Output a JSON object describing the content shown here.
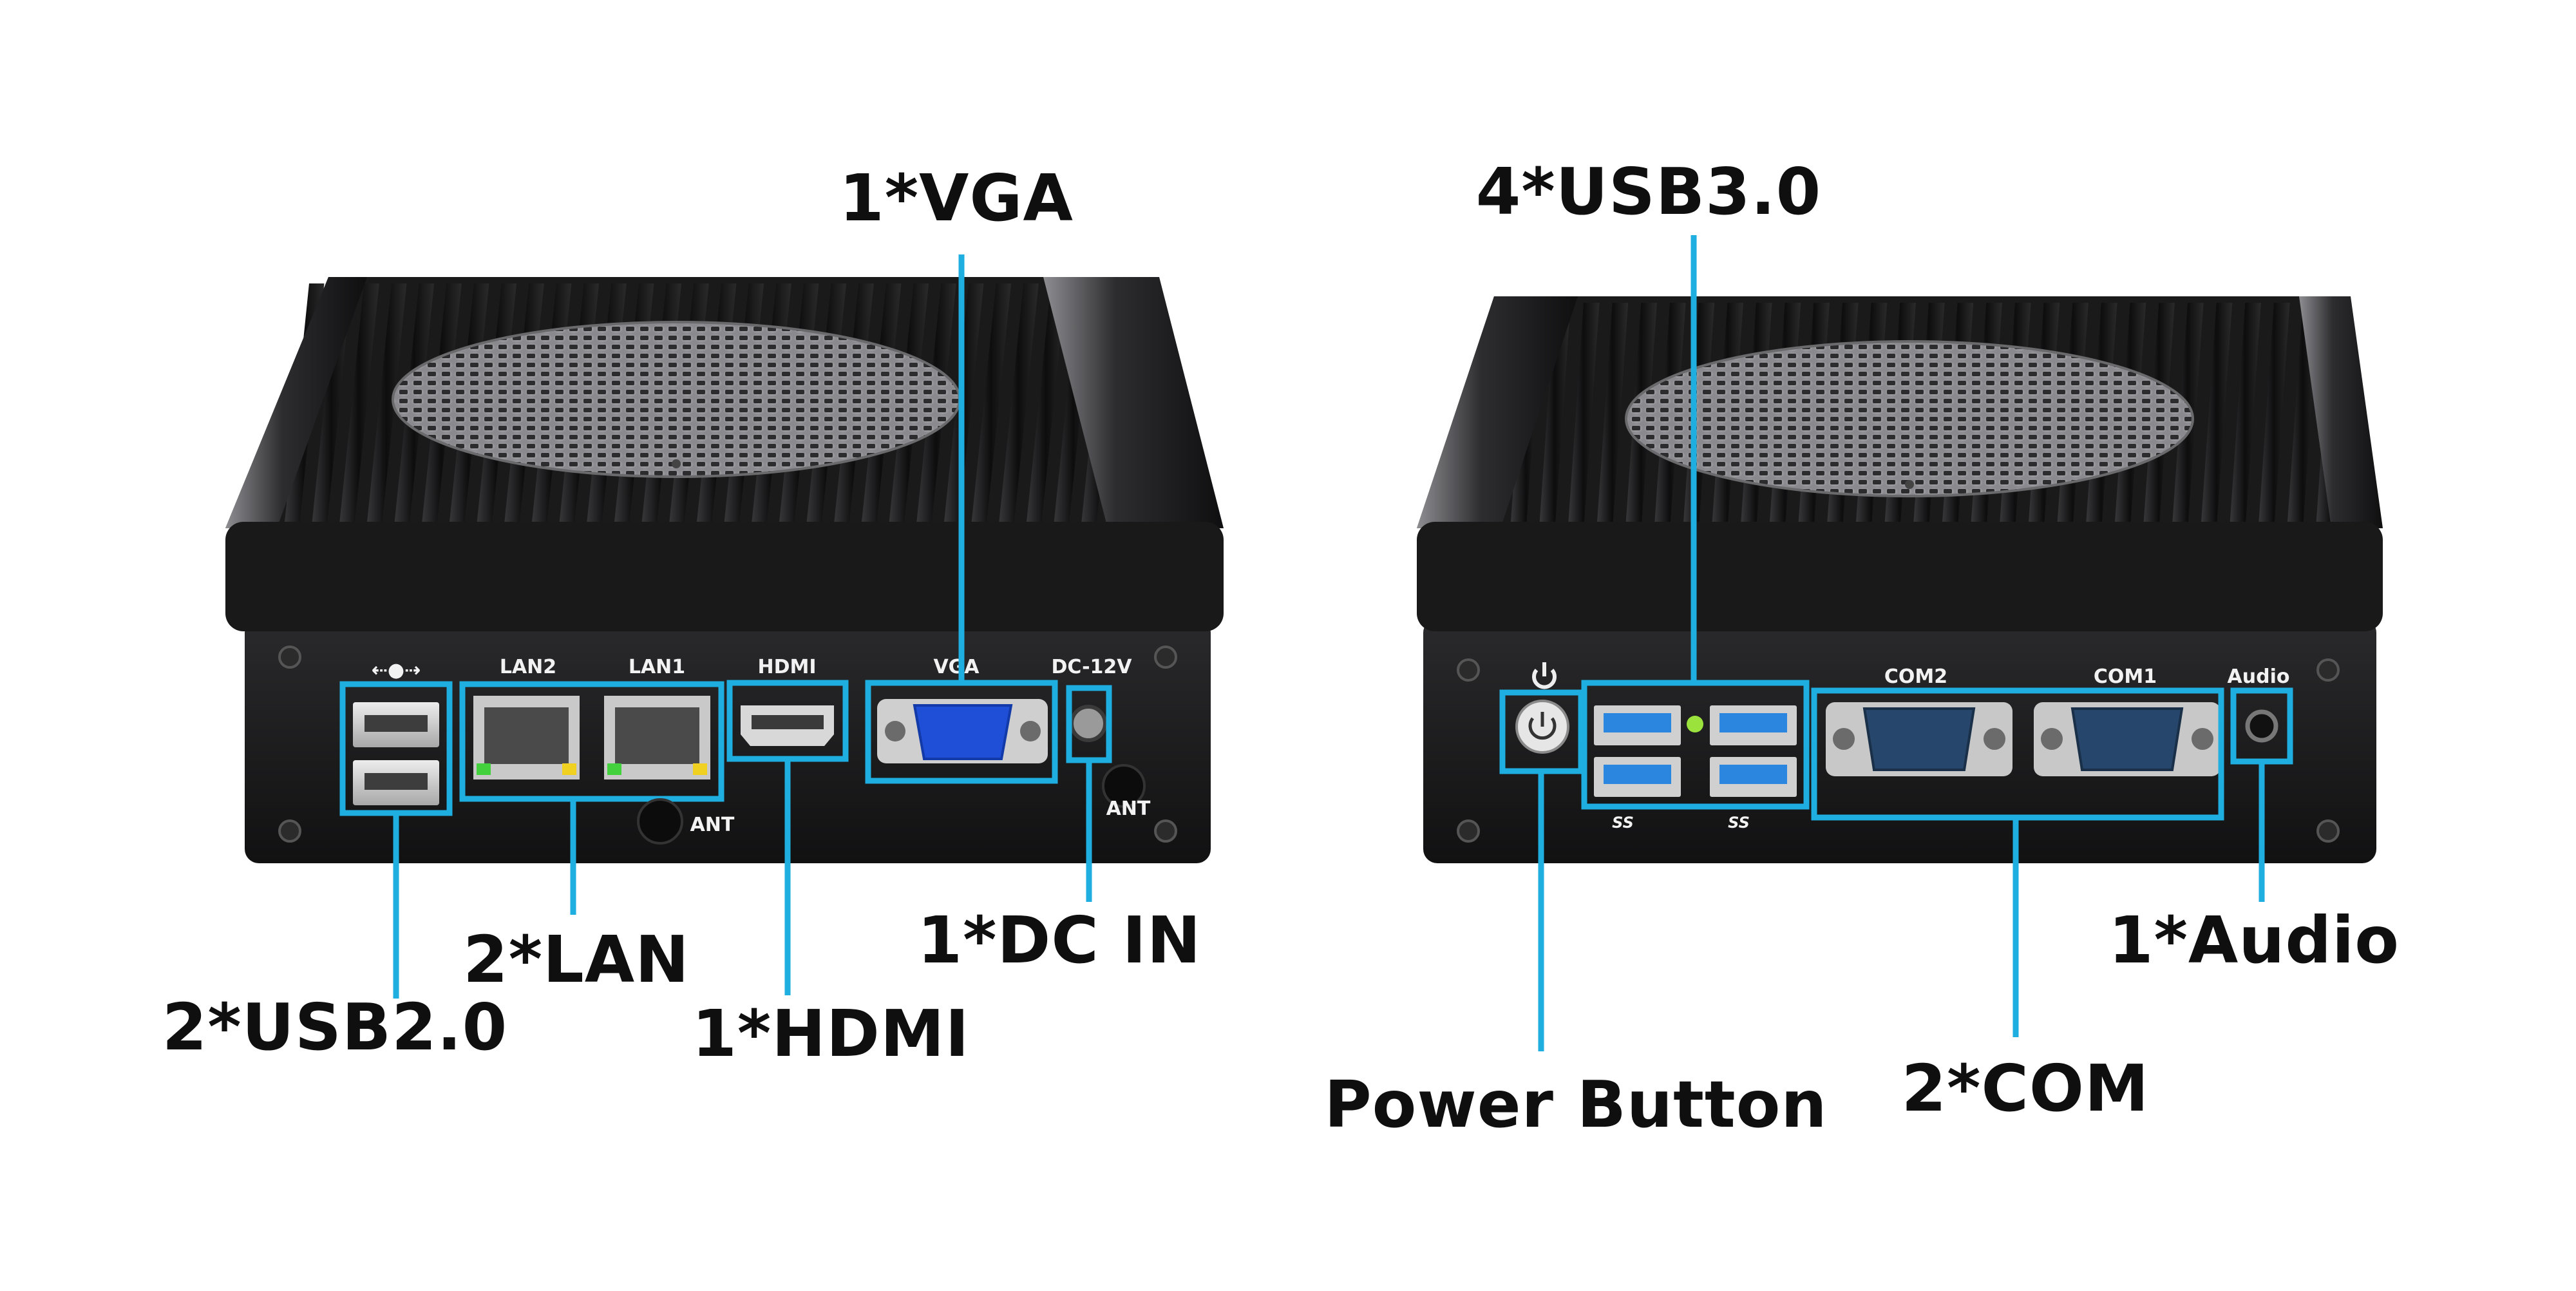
{
  "left_unit": {
    "port_labels": {
      "usb": "",
      "lan2": "LAN2",
      "lan1": "LAN1",
      "hdmi": "HDMI",
      "vga": "VGA",
      "dc": "DC-12V",
      "ant1": "ANT",
      "ant2": "ANT"
    },
    "callouts": {
      "vga": "1*VGA",
      "usb": "2*USB2.0",
      "lan": "2*LAN",
      "hdmi": "1*HDMI",
      "dc": "1*DC IN"
    }
  },
  "right_unit": {
    "port_labels": {
      "com2": "COM2",
      "com1": "COM1",
      "audio": "Audio",
      "ss1": "SS",
      "ss2": "SS"
    },
    "callouts": {
      "usb3": "4*USB3.0",
      "power": "Power Button",
      "com": "2*COM",
      "audio": "1*Audio"
    }
  },
  "colors": {
    "callout_line": "#1eaee0",
    "chassis": "#1b1b1c",
    "vga_port": "#1f4fd6",
    "usb3_blue": "#2a86de",
    "com_blue": "#27466b",
    "led_green": "#9be33c"
  },
  "icons": [
    "usb-icon",
    "power-icon",
    "usb-ss-icon",
    "headphone-icon"
  ]
}
